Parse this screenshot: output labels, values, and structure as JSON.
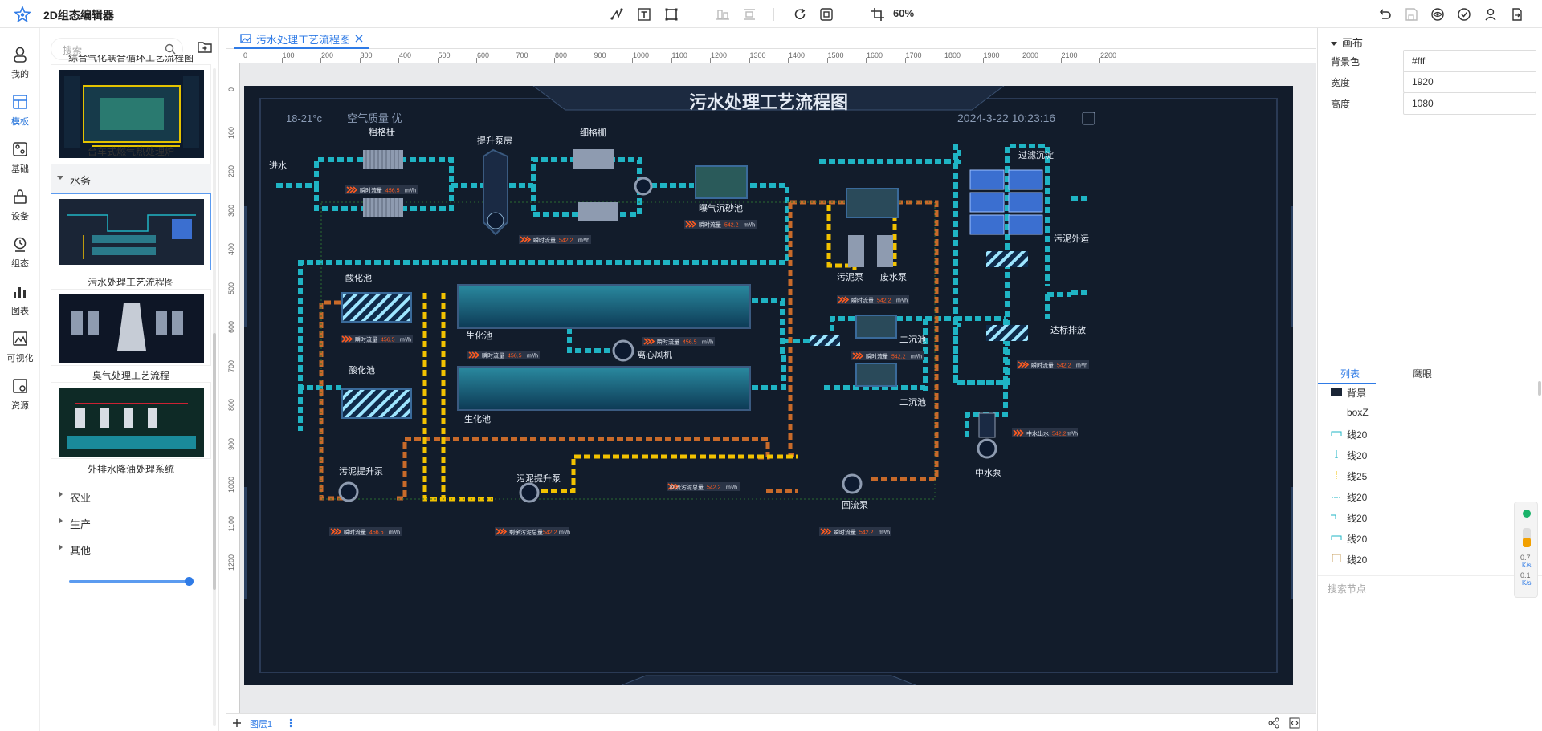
{
  "app": {
    "title": "2D组态编辑器"
  },
  "toolbar": {
    "zoom": "60%"
  },
  "leftnav": {
    "items": [
      {
        "label": "我的",
        "icon": "user-icon"
      },
      {
        "label": "模板",
        "icon": "template-icon"
      },
      {
        "label": "基础",
        "icon": "basic-icon"
      },
      {
        "label": "设备",
        "icon": "device-icon"
      },
      {
        "label": "组态",
        "icon": "config-icon"
      },
      {
        "label": "图表",
        "icon": "chart-icon"
      },
      {
        "label": "可视化",
        "icon": "visual-icon"
      },
      {
        "label": "资源",
        "icon": "resource-icon"
      }
    ]
  },
  "panel": {
    "search_placeholder": "搜索",
    "top_cut_caption": "综合气化联合循环工艺流程图",
    "thumb1_caption": "台车式燃气热处理炉",
    "group_water": "水务",
    "thumb2_caption": "污水处理工艺流程图",
    "thumb3_caption": "臭气处理工艺流程",
    "thumb4_caption": "外排水降油处理系统",
    "groups": [
      "农业",
      "生产",
      "其他"
    ]
  },
  "canvas": {
    "tab_label": "污水处理工艺流程图",
    "ruler_h": [
      "0",
      "100",
      "200",
      "300",
      "400",
      "500",
      "600",
      "700",
      "800",
      "900",
      "1000",
      "1100",
      "1200",
      "1300",
      "1400",
      "1500",
      "1600",
      "1700",
      "1800",
      "1900",
      "2000",
      "2100",
      "2200"
    ],
    "ruler_v": [
      "0",
      "100",
      "200",
      "300",
      "400",
      "500",
      "600",
      "700",
      "800",
      "900",
      "1000",
      "1100",
      "1200"
    ],
    "layer_label": "图层1"
  },
  "screen": {
    "title": "污水处理工艺流程图",
    "weather": "18-21°c",
    "air_quality": "空气质量  优",
    "datetime": "2024-3-22 10:23:16",
    "labels": {
      "inlet": "进水",
      "coarse_grid": "粗格栅",
      "lift_pump_house": "提升泵房",
      "fine_grid": "细格栅",
      "aerated_grit": "曝气沉砂池",
      "acid_pool1": "酸化池",
      "acid_pool2": "酸化池",
      "bio_pool1": "生化池",
      "bio_pool2": "生化池",
      "centrifugal_fan": "离心风机",
      "sludge_pump": "污泥泵",
      "waste_pump": "废水泵",
      "secondary1": "二沉池",
      "secondary2": "二沉池",
      "filter": "过滤沉淀",
      "sludge_out": "污泥外运",
      "discharge": "达标排放",
      "middle_pump": "中水泵",
      "sludge_lift1": "污泥提升泵",
      "sludge_lift2": "污泥提升泵",
      "return_pump": "回流泵"
    },
    "flow_label": "瞬时流量",
    "unit": "m³/h",
    "val_a": "456.5",
    "val_b": "542.2",
    "reflux_label": "回流污泥总量",
    "residual_label": "剩余污泥总量",
    "middle_water_label": "中水出水"
  },
  "right": {
    "section": "画布",
    "bg_label": "背景色",
    "bg_value": "#fff",
    "width_label": "宽度",
    "width_value": "1920",
    "height_label": "高度",
    "height_value": "1080",
    "tab_list": "列表",
    "tab_eye": "鹰眼",
    "layers": [
      "背景",
      "boxZ",
      "线20",
      "线20",
      "线25",
      "线20",
      "线20",
      "线20",
      "线20"
    ],
    "node_search": "搜索节点"
  },
  "monitor": {
    "v1": "0.7",
    "u1": "K/s",
    "v2": "0.1",
    "u2": "K/s"
  },
  "colors": {
    "accent": "#2f7be6",
    "screen_bg": "#121c2b",
    "pipe": "#1fb4c4",
    "orange": "#ff5a1f",
    "yellow": "#f2c200"
  }
}
